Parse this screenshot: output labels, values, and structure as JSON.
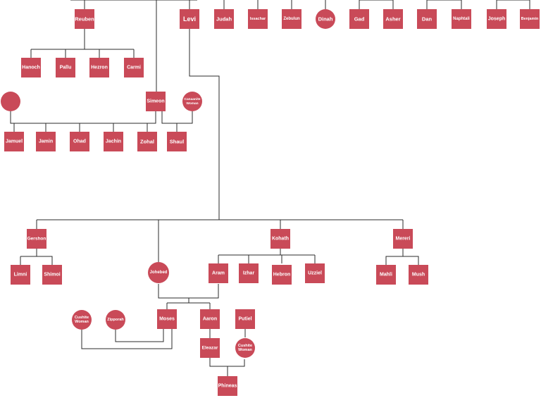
{
  "node_color": "#c94a58",
  "line_color": "#2b2b2b",
  "nodes": [
    {
      "id": "reuben",
      "label": "Reuben",
      "shape": "square"
    },
    {
      "id": "levi",
      "label": "Levi",
      "shape": "square"
    },
    {
      "id": "judah",
      "label": "Judah",
      "shape": "square"
    },
    {
      "id": "issachar",
      "label": "Issachar",
      "shape": "square"
    },
    {
      "id": "zebulun",
      "label": "Zebulun",
      "shape": "square"
    },
    {
      "id": "dinah",
      "label": "Dinah",
      "shape": "circle"
    },
    {
      "id": "gad",
      "label": "Gad",
      "shape": "square"
    },
    {
      "id": "asher",
      "label": "Asher",
      "shape": "square"
    },
    {
      "id": "dan",
      "label": "Dan",
      "shape": "square"
    },
    {
      "id": "naphtali",
      "label": "Naphtali",
      "shape": "square"
    },
    {
      "id": "joseph",
      "label": "Joseph",
      "shape": "square"
    },
    {
      "id": "benjamin",
      "label": "Benjamin",
      "shape": "square"
    },
    {
      "id": "hanoch",
      "label": "Hanoch",
      "shape": "square"
    },
    {
      "id": "pallu",
      "label": "Pallu",
      "shape": "square"
    },
    {
      "id": "hezron",
      "label": "Hezron",
      "shape": "square"
    },
    {
      "id": "carmi",
      "label": "Carmi",
      "shape": "square"
    },
    {
      "id": "simeon-wife",
      "label": "",
      "shape": "circle"
    },
    {
      "id": "simeon",
      "label": "Simeon",
      "shape": "square"
    },
    {
      "id": "canaanite-woman",
      "label": "Canaanite Woman",
      "shape": "circle"
    },
    {
      "id": "jamuel",
      "label": "Jamuel",
      "shape": "square"
    },
    {
      "id": "jamin",
      "label": "Jamin",
      "shape": "square"
    },
    {
      "id": "ohad",
      "label": "Ohad",
      "shape": "square"
    },
    {
      "id": "jachin",
      "label": "Jachin",
      "shape": "square"
    },
    {
      "id": "zohal",
      "label": "Zohal",
      "shape": "square"
    },
    {
      "id": "shaul",
      "label": "Shaul",
      "shape": "square"
    },
    {
      "id": "gershon",
      "label": "Gershon",
      "shape": "square"
    },
    {
      "id": "kohath",
      "label": "Kohath",
      "shape": "square"
    },
    {
      "id": "mereri",
      "label": "Mereri",
      "shape": "square"
    },
    {
      "id": "limni",
      "label": "Limni",
      "shape": "square"
    },
    {
      "id": "shimoi",
      "label": "Shimoi",
      "shape": "square"
    },
    {
      "id": "johebed",
      "label": "Johebed",
      "shape": "circle"
    },
    {
      "id": "aram",
      "label": "Aram",
      "shape": "square"
    },
    {
      "id": "izhar",
      "label": "Izhar",
      "shape": "square"
    },
    {
      "id": "hebron",
      "label": "Hebron",
      "shape": "square"
    },
    {
      "id": "uzziel",
      "label": "Uzziel",
      "shape": "square"
    },
    {
      "id": "mahli",
      "label": "Mahli",
      "shape": "square"
    },
    {
      "id": "mush",
      "label": "Mush",
      "shape": "square"
    },
    {
      "id": "cushite-woman-1",
      "label": "Cushite Woman",
      "shape": "circle"
    },
    {
      "id": "zipporah",
      "label": "Zipporah",
      "shape": "circle"
    },
    {
      "id": "moses",
      "label": "Moses",
      "shape": "square"
    },
    {
      "id": "aaron",
      "label": "Aaron",
      "shape": "square"
    },
    {
      "id": "putiel",
      "label": "Putiel",
      "shape": "square"
    },
    {
      "id": "eleazar",
      "label": "Eleazar",
      "shape": "square"
    },
    {
      "id": "cushite-woman-2",
      "label": "Cushite Woman",
      "shape": "circle"
    },
    {
      "id": "phineas",
      "label": "Phineas",
      "shape": "square"
    }
  ]
}
